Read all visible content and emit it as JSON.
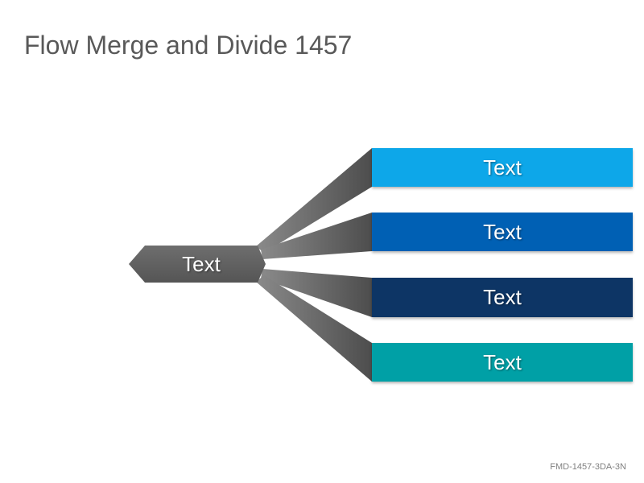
{
  "title": "Flow Merge and Divide 1457",
  "source": {
    "label": "Text"
  },
  "targets": [
    {
      "label": "Text",
      "color": "#09A7E9"
    },
    {
      "label": "Text",
      "color": "#0660B4"
    },
    {
      "label": "Text",
      "color": "#083465"
    },
    {
      "label": "Text",
      "color": "#02A0A6"
    }
  ],
  "flow_colors": {
    "dark": "#4d4d4d",
    "light": "#8a8a8a"
  },
  "footer": "FMD-1457-3DA-3N"
}
